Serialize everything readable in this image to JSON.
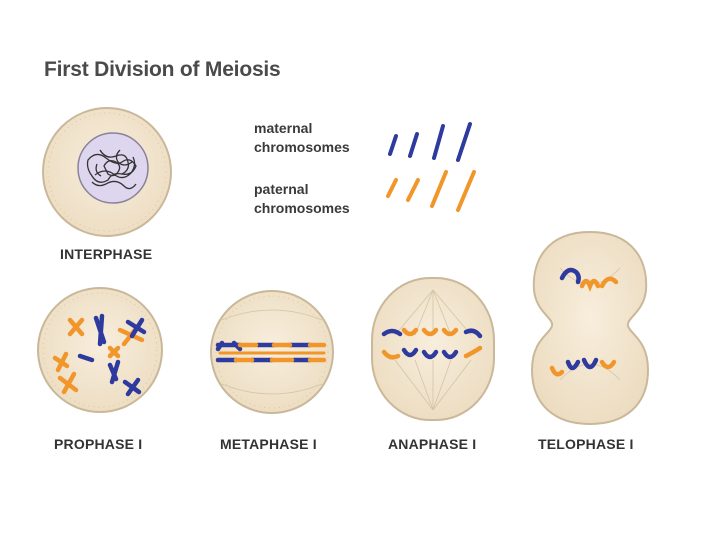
{
  "title": "First Division of Meiosis",
  "legend": {
    "maternal": [
      "maternal",
      "chromosomes"
    ],
    "paternal": [
      "paternal",
      "chromosomes"
    ]
  },
  "stages": {
    "interphase": "INTERPHASE",
    "prophase": "PROPHASE I",
    "metaphase": "METAPHASE I",
    "anaphase": "ANAPHASE I",
    "telophase": "TELOPHASE I"
  },
  "colors": {
    "maternal": "#2e3a9e",
    "paternal": "#f0962a",
    "cell_fill": "#f3e6cf",
    "cell_stroke": "#c9b89a",
    "nucleus_fill": "#ddd6ee"
  }
}
